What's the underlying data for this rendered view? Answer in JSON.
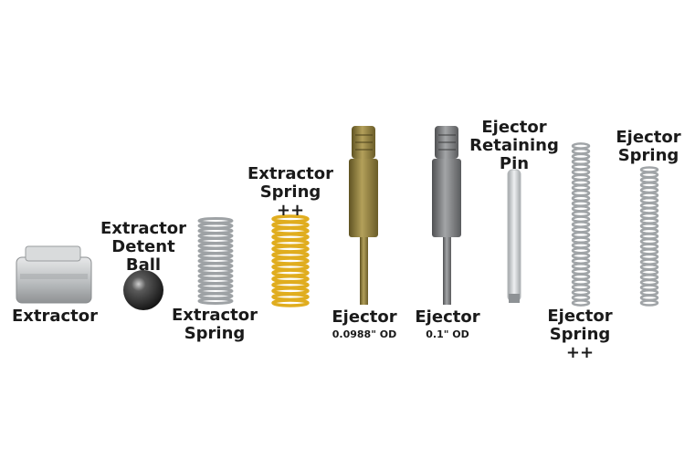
{
  "parts": {
    "extractor": {
      "label": "Extractor"
    },
    "detent_ball": {
      "line1": "Extractor",
      "line2": "Detent",
      "line3": "Ball"
    },
    "extractor_spring": {
      "line1": "Extractor",
      "line2": "Spring"
    },
    "extractor_spring_pp": {
      "line1": "Extractor",
      "line2": "Spring",
      "line3": "++"
    },
    "ejector_1": {
      "label": "Ejector",
      "size": "0.0988\" OD"
    },
    "ejector_2": {
      "label": "Ejector",
      "size": "0.1\" OD"
    },
    "ejector_pin": {
      "line1": "Ejector",
      "line2": "Retaining",
      "line3": "Pin"
    },
    "ejector_spring_pp": {
      "line1": "Ejector",
      "line2": "Spring",
      "line3": "++"
    },
    "ejector_spring": {
      "line1": "Ejector",
      "line2": "Spring"
    }
  },
  "colors": {
    "steel": "#b8bcbf",
    "gold": "#e6b422",
    "brass": "#8a7a3a",
    "dark_steel": "#6e6f70",
    "ball": "#2b2b2b"
  }
}
